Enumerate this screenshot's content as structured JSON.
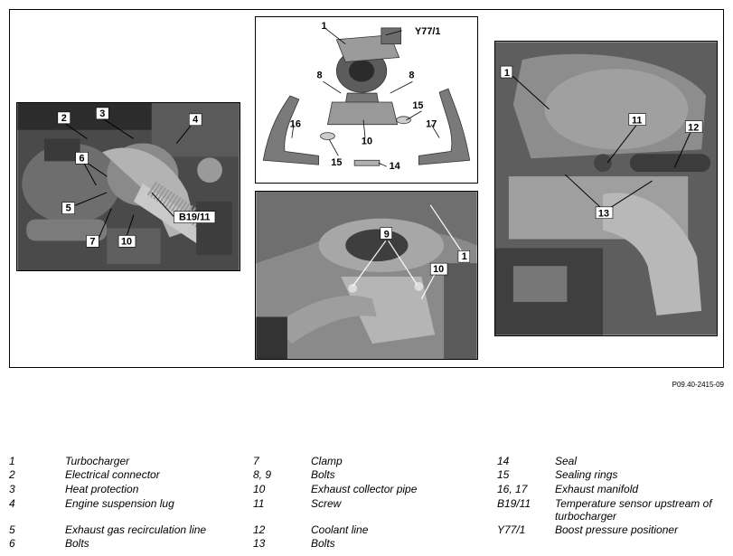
{
  "figure_id": "P09.40-2415-09",
  "callouts": {
    "left": [
      "2",
      "3",
      "4",
      "6",
      "5",
      "7",
      "10",
      "B19/11"
    ],
    "top": [
      "1",
      "Y77/1",
      "8",
      "8",
      "16",
      "15",
      "10",
      "17",
      "15",
      "14"
    ],
    "bottom": [
      "9",
      "10",
      "1"
    ],
    "right": [
      "1",
      "11",
      "12",
      "13"
    ]
  },
  "legend": [
    {
      "key": "1",
      "desc": "Turbocharger"
    },
    {
      "key": "2",
      "desc": "Electrical connector"
    },
    {
      "key": "3",
      "desc": "Heat protection"
    },
    {
      "key": "4",
      "desc": "Engine suspension lug"
    },
    {
      "key": "5",
      "desc": "Exhaust gas recirculation line"
    },
    {
      "key": "6",
      "desc": "Bolts"
    },
    {
      "key": "7",
      "desc": "Clamp"
    },
    {
      "key": "8, 9",
      "desc": "Bolts"
    },
    {
      "key": "10",
      "desc": "Exhaust collector pipe"
    },
    {
      "key": "11",
      "desc": "Screw"
    },
    {
      "key": "12",
      "desc": "Coolant line"
    },
    {
      "key": "13",
      "desc": "Bolts"
    },
    {
      "key": "14",
      "desc": "Seal"
    },
    {
      "key": "15",
      "desc": "Sealing rings"
    },
    {
      "key": "16, 17",
      "desc": "Exhaust manifold"
    },
    {
      "key": "B19/11",
      "desc": "Temperature sensor upstream of turbocharger"
    },
    {
      "key": "Y77/1",
      "desc": "Boost pressure positioner"
    }
  ]
}
